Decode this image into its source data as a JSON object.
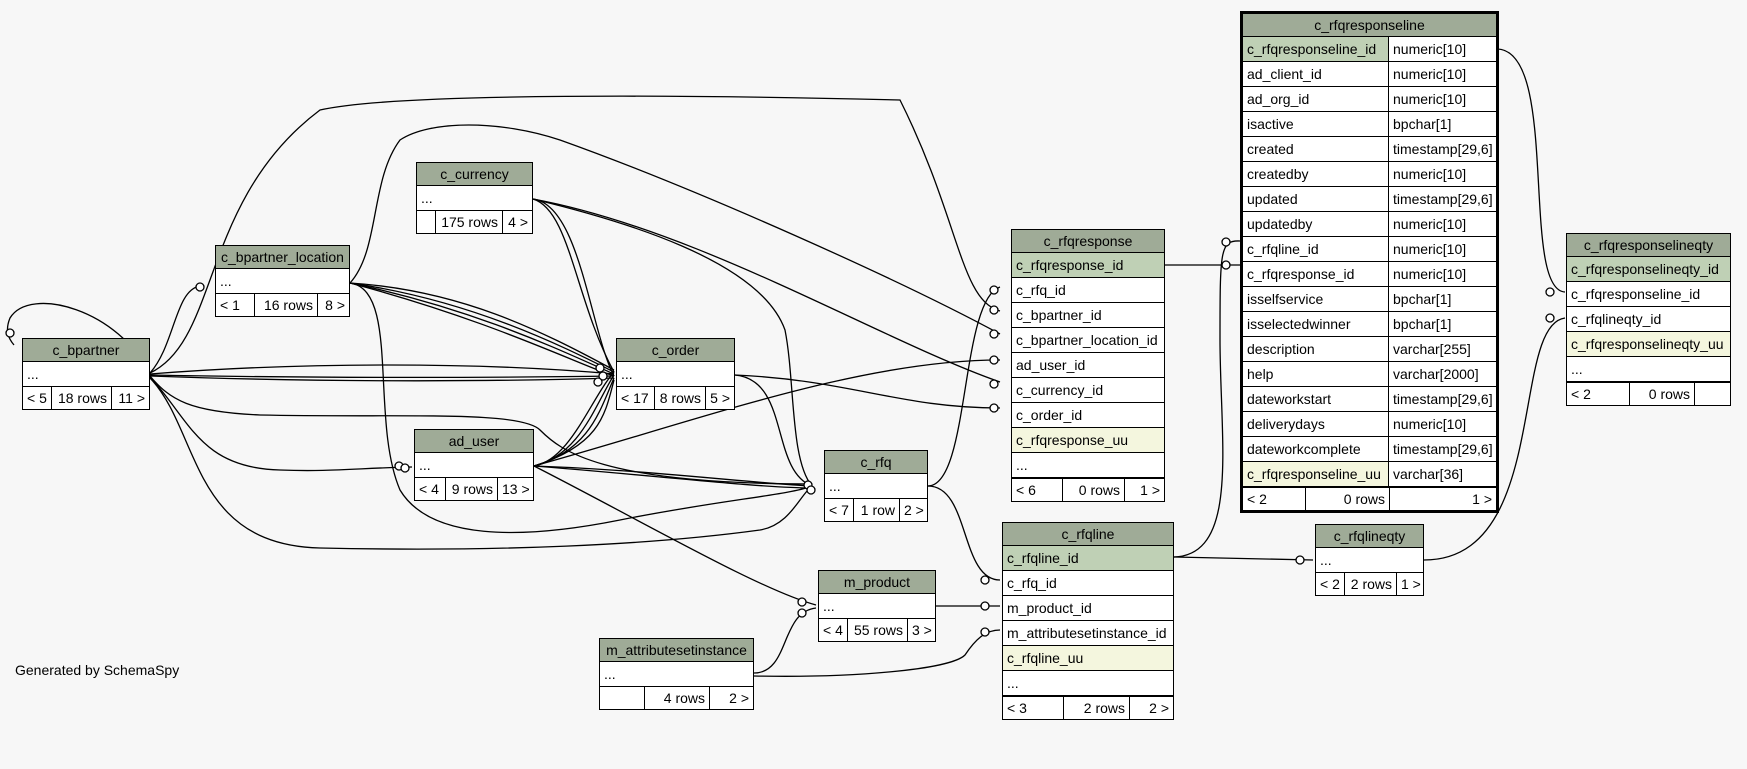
{
  "footer_text": "Generated by SchemaSpy",
  "colors": {
    "header": "#9fab97",
    "primary_key": "#bfd0b5",
    "unique_key": "#f4f6de",
    "background": "#f7f7f7"
  },
  "tables": {
    "c_bpartner": {
      "name": "c_bpartner",
      "ellipsis": "...",
      "parents": "< 5",
      "rows": "18 rows",
      "children": "11 >"
    },
    "c_bpartner_location": {
      "name": "c_bpartner_location",
      "ellipsis": "...",
      "parents": "< 1",
      "rows": "16 rows",
      "children": "8 >"
    },
    "c_currency": {
      "name": "c_currency",
      "ellipsis": "...",
      "parents": "",
      "rows": "175 rows",
      "children": "4 >"
    },
    "c_order": {
      "name": "c_order",
      "ellipsis": "...",
      "parents": "< 17",
      "rows": "8 rows",
      "children": "5 >"
    },
    "ad_user": {
      "name": "ad_user",
      "ellipsis": "...",
      "parents": "< 4",
      "rows": "9 rows",
      "children": "13 >"
    },
    "c_rfq": {
      "name": "c_rfq",
      "ellipsis": "...",
      "parents": "< 7",
      "rows": "1 row",
      "children": "2 >"
    },
    "m_product": {
      "name": "m_product",
      "ellipsis": "...",
      "parents": "< 4",
      "rows": "55 rows",
      "children": "3 >"
    },
    "m_attributesetinstance": {
      "name": "m_attributesetinstance",
      "ellipsis": "...",
      "parents": "",
      "rows": "4 rows",
      "children": "2 >"
    },
    "c_rfqresponse": {
      "name": "c_rfqresponse",
      "columns": [
        "c_rfqresponse_id",
        "c_rfq_id",
        "c_bpartner_id",
        "c_bpartner_location_id",
        "ad_user_id",
        "c_currency_id",
        "c_order_id",
        "c_rfqresponse_uu"
      ],
      "ellipsis": "...",
      "parents": "< 6",
      "rows": "0 rows",
      "children": "1 >"
    },
    "c_rfqline": {
      "name": "c_rfqline",
      "columns": [
        "c_rfqline_id",
        "c_rfq_id",
        "m_product_id",
        "m_attributesetinstance_id",
        "c_rfqline_uu"
      ],
      "ellipsis": "...",
      "parents": "< 3",
      "rows": "2 rows",
      "children": "2 >"
    },
    "c_rfqlineqty": {
      "name": "c_rfqlineqty",
      "ellipsis": "...",
      "parents": "< 2",
      "rows": "2 rows",
      "children": "1 >"
    },
    "c_rfqresponseline": {
      "name": "c_rfqresponseline",
      "columns": [
        {
          "name": "c_rfqresponseline_id",
          "type": "numeric[10]"
        },
        {
          "name": "ad_client_id",
          "type": "numeric[10]"
        },
        {
          "name": "ad_org_id",
          "type": "numeric[10]"
        },
        {
          "name": "isactive",
          "type": "bpchar[1]"
        },
        {
          "name": "created",
          "type": "timestamp[29,6]"
        },
        {
          "name": "createdby",
          "type": "numeric[10]"
        },
        {
          "name": "updated",
          "type": "timestamp[29,6]"
        },
        {
          "name": "updatedby",
          "type": "numeric[10]"
        },
        {
          "name": "c_rfqline_id",
          "type": "numeric[10]"
        },
        {
          "name": "c_rfqresponse_id",
          "type": "numeric[10]"
        },
        {
          "name": "isselfservice",
          "type": "bpchar[1]"
        },
        {
          "name": "isselectedwinner",
          "type": "bpchar[1]"
        },
        {
          "name": "description",
          "type": "varchar[255]"
        },
        {
          "name": "help",
          "type": "varchar[2000]"
        },
        {
          "name": "dateworkstart",
          "type": "timestamp[29,6]"
        },
        {
          "name": "deliverydays",
          "type": "numeric[10]"
        },
        {
          "name": "dateworkcomplete",
          "type": "timestamp[29,6]"
        },
        {
          "name": "c_rfqresponseline_uu",
          "type": "varchar[36]"
        }
      ],
      "parents": "< 2",
      "rows": "0 rows",
      "children": "1 >"
    },
    "c_rfqresponselineqty": {
      "name": "c_rfqresponselineqty",
      "columns": [
        "c_rfqresponselineqty_id",
        "c_rfqresponseline_id",
        "c_rfqlineqty_id",
        "c_rfqresponselineqty_uu"
      ],
      "ellipsis": "...",
      "parents": "< 2",
      "rows": "0 rows",
      "children": ""
    }
  }
}
